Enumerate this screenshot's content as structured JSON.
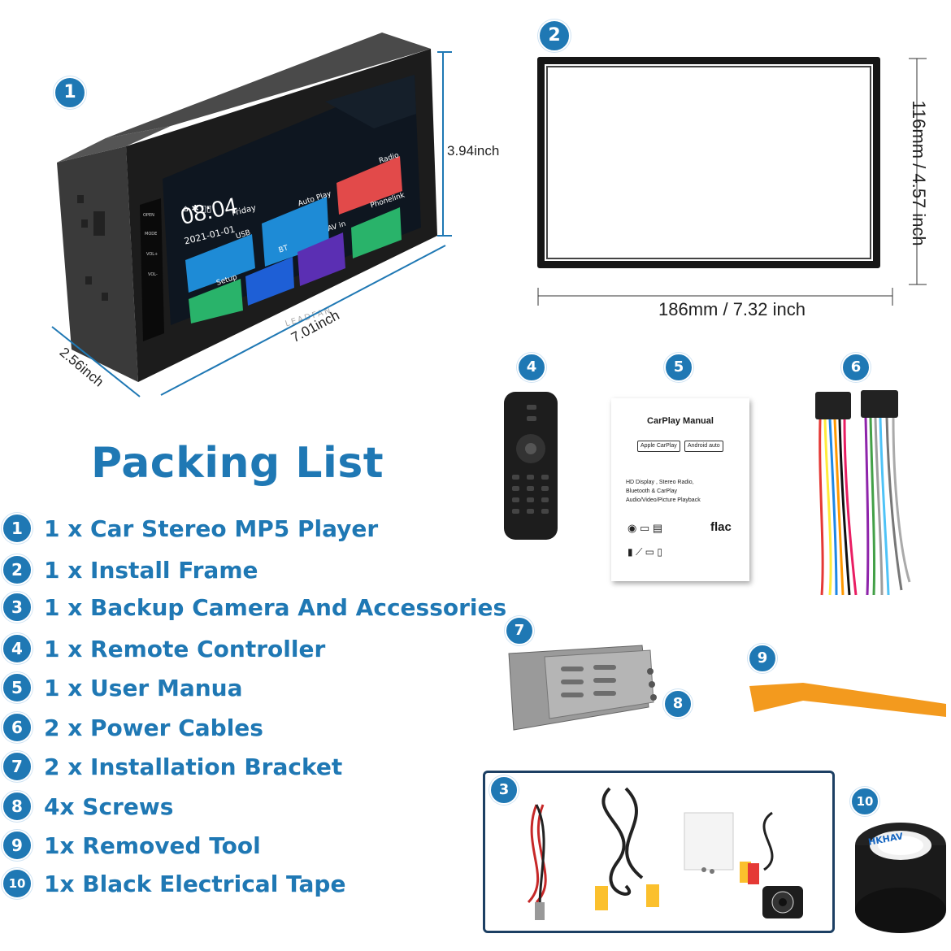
{
  "dimensions": {
    "stereo_height": "3.94inch",
    "stereo_width": "7.01inch",
    "stereo_depth": "2.56inch",
    "frame_width": "186mm / 7.32 inch",
    "frame_height": "116mm / 4.57 inch"
  },
  "screen": {
    "time": "08:04",
    "day": "Friday",
    "date": "2021-01-01",
    "tiles": [
      "USB",
      "Auto Play",
      "Radio",
      "BT",
      "AV in",
      "Phonelink",
      "Setup"
    ],
    "brand": "LEADFAN",
    "side_buttons": [
      "OPEN",
      "MODE",
      "VOL+",
      "VOL-"
    ]
  },
  "manual": {
    "title": "CarPlay Manual",
    "badge_apple": "Apple CarPlay",
    "badge_android": "Android auto",
    "description": [
      "HD Display , Stereo Radio,",
      "Bluetooth & CarPlay",
      "Audio/Video/Picture Playback"
    ],
    "flac": "flac"
  },
  "tape_text": "HKHAV",
  "badges": {
    "b1": "1",
    "b2": "2",
    "b3": "3",
    "b4": "4",
    "b5": "5",
    "b6": "6",
    "b7": "7",
    "b8": "8",
    "b9": "9",
    "b10": "10"
  },
  "packing_list": {
    "title": "Packing List",
    "items": [
      {
        "num": "1",
        "text": "1 x Car Stereo MP5 Player"
      },
      {
        "num": "2",
        "text": "1 x Install Frame"
      },
      {
        "num": "3",
        "text": "1 x Backup Camera And Accessories"
      },
      {
        "num": "4",
        "text": "1 x Remote Controller"
      },
      {
        "num": "5",
        "text": "1 x User Manua"
      },
      {
        "num": "6",
        "text": "2 x Power Cables"
      },
      {
        "num": "7",
        "text": "2 x Installation Bracket"
      },
      {
        "num": "8",
        "text": "4x Screws"
      },
      {
        "num": "9",
        "text": "1x Removed Tool"
      },
      {
        "num": "10",
        "text": "1x Black Electrical Tape"
      }
    ]
  },
  "colors": {
    "accent": "#1f78b4",
    "box_border": "#1c3f63",
    "tool": "#f39a1e"
  }
}
